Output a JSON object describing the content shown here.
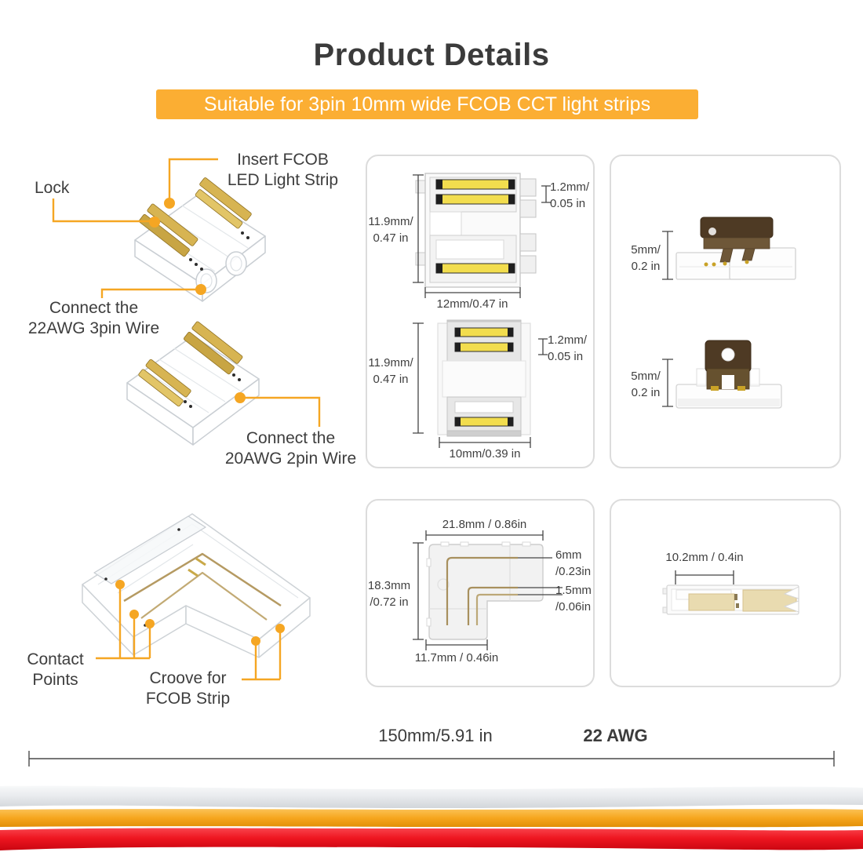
{
  "header": {
    "title": "Product Details",
    "banner": "Suitable for 3pin 10mm wide FCOB CCT light strips"
  },
  "callouts": {
    "lock": "Lock",
    "insert_strip": "Insert FCOB\nLED Light Strip",
    "connect_3pin": "Connect the\n22AWG 3pin Wire",
    "connect_2pin": "Connect the\n20AWG 2pin Wire",
    "contact_points": "Contact\nPoints",
    "groove": "Croove for\nFCOB Strip"
  },
  "panel_top_view": {
    "d1_height": "11.9mm/\n0.47 in",
    "d1_width": "12mm/0.47 in",
    "d1_pitch": "1.2mm/\n0.05 in",
    "d2_height": "11.9mm/\n0.47 in",
    "d2_width": "10mm/0.39 in",
    "d2_pitch": "1.2mm/\n0.05 in"
  },
  "panel_side_view": {
    "d1_height": "5mm/\n0.2 in",
    "d2_height": "5mm/\n0.2 in"
  },
  "panel_corner": {
    "width": "21.8mm / 0.86in",
    "height": "18.3mm\n/0.72 in",
    "leg_width": "11.7mm / 0.46in",
    "wire_gap": "6mm\n/0.23in",
    "wire_width": "1.5mm\n/0.06in"
  },
  "panel_strip": {
    "width": "10.2mm / 0.4in"
  },
  "wire_section": {
    "length": "150mm/5.91 in",
    "gauge": "22 AWG"
  },
  "colors": {
    "accent_orange": "#F5A623",
    "banner_bg": "#FBAE33",
    "title_text": "#3B3B3B",
    "dimension_text": "#3F3F3F",
    "panel_border": "#DCDCDC",
    "gold_contact": "#F2DD4E",
    "brown_clip": "#4E3A24",
    "wire_white": "#E9EBEE",
    "wire_orange": "#F6A61E",
    "wire_red": "#EE1620"
  }
}
